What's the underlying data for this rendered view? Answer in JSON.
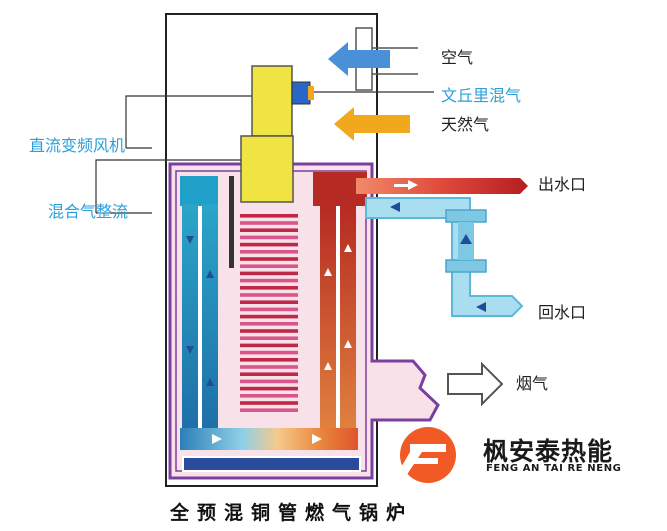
{
  "labels": {
    "air": "空气",
    "venturi": "文丘里混气",
    "natural_gas": "天然气",
    "fan": "直流变频风机",
    "mix": "混合气整流",
    "water_out": "出水口",
    "water_in": "回水口",
    "flue": "烟气"
  },
  "brand": {
    "name_cn": "枫安泰热能",
    "name_en": "FENG AN TAI RE NENG"
  },
  "title": "全预混铜管燃气锅炉",
  "colors": {
    "air_arrow": "#4a90d9",
    "gas_arrow": "#f2a81d",
    "hot_water": "#c0392b",
    "cold_water": "#7ec8e3",
    "burner": "#f0e442",
    "casing_purple": "#7b3fa0",
    "flue_pink": "#f8e1e9",
    "brand_orange": "#f15a24"
  }
}
